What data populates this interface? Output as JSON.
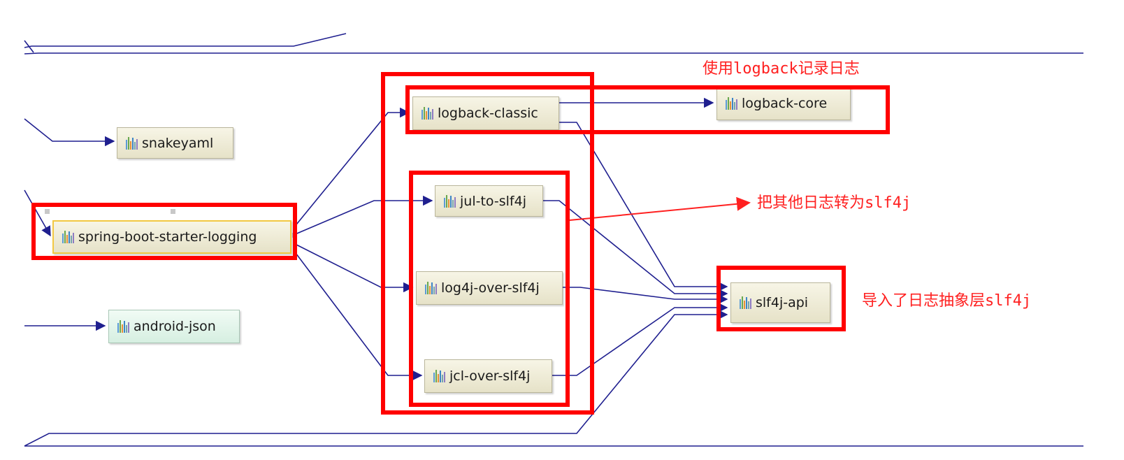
{
  "nodes": {
    "snakeyaml": "snakeyaml",
    "spring_boot_starter_logging": "spring-boot-starter-logging",
    "android_json": "android-json",
    "logback_classic": "logback-classic",
    "jul_to_slf4j": "jul-to-slf4j",
    "log4j_over_slf4j": "log4j-over-slf4j",
    "jcl_over_slf4j": "jcl-over-slf4j",
    "logback_core": "logback-core",
    "slf4j_api": "slf4j-api"
  },
  "annotations": {
    "logback": "使用logback记录日志",
    "bridge": "把其他日志转为slf4j",
    "api": "导入了日志抽象层slf4j"
  },
  "colors": {
    "edge": "#1f1f8f",
    "highlight": "#ff0000",
    "node_fill": "#eeebd5",
    "node_fill_alt": "#e2f5ea",
    "selection": "#f2c842"
  },
  "icon": "library-bars-icon"
}
